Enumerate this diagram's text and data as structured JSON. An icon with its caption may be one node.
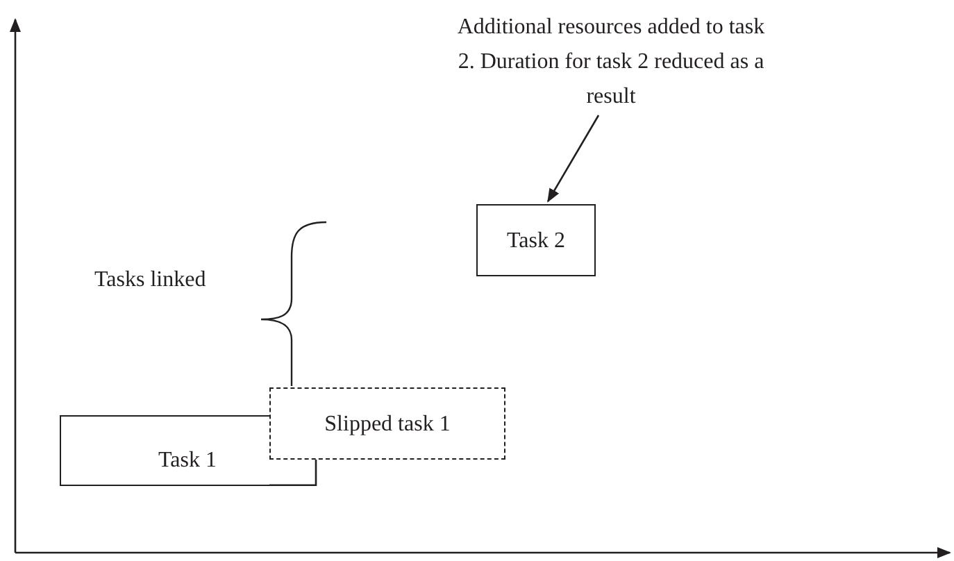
{
  "diagram": {
    "nodes": [
      {
        "text": [
          "Additional resources added to task 2. Duration for task 2 reduced as a result"
        ]
      },
      {
        "text": [
          "Task 2"
        ]
      },
      {
        "text": [
          "Task 1"
        ]
      },
      {
        "text": [
          "Slipped task 1"
        ]
      }
    ],
    "edges": [
      {
        "from": 0,
        "to": 1,
        "arrow": "to"
      }
    ],
    "labels": [
      "Tasks linked"
    ]
  }
}
